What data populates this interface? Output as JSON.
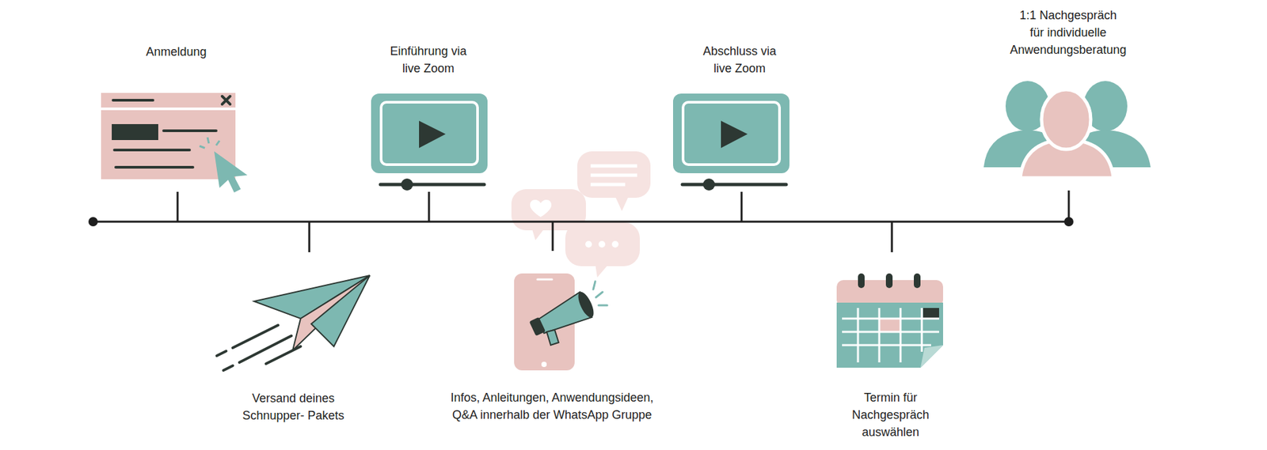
{
  "diagram": {
    "labels": [
      "Anmeldung",
      "Versand deines Schnupper- Pakets",
      "Einführung via live Zoom",
      "Infos, Anleitungen, Anwendungsideen, Q&A innerhalb der WhatsApp Gruppe",
      "Abschluss via live Zoom",
      "Termin für Nachgespräch auswählen",
      "1:1 Nachgespräch für individuelle Anwendungsberatung"
    ]
  }
}
